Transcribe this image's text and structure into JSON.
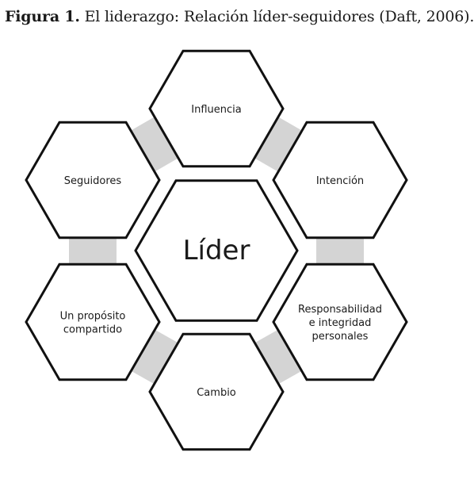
{
  "caption": {
    "label": "Figura 1.",
    "text": "El liderazgo: Relación líder-seguidores (Daft, 2006)."
  },
  "diagram": {
    "center": {
      "label": "Líder"
    },
    "nodes": [
      {
        "id": "influencia",
        "lines": [
          "Influencia"
        ]
      },
      {
        "id": "intencion",
        "lines": [
          "Intención"
        ]
      },
      {
        "id": "responsabilidad",
        "lines": [
          "Responsabilidad",
          "e integridad",
          "personales"
        ]
      },
      {
        "id": "cambio",
        "lines": [
          "Cambio"
        ]
      },
      {
        "id": "proposito",
        "lines": [
          "Un propósito",
          "compartido"
        ]
      },
      {
        "id": "seguidores",
        "lines": [
          "Seguidores"
        ]
      }
    ]
  },
  "colors": {
    "hex_fill": "#ffffff",
    "hex_stroke": "#111111",
    "connector": "#d4d4d4",
    "text": "#1a1a1a"
  }
}
